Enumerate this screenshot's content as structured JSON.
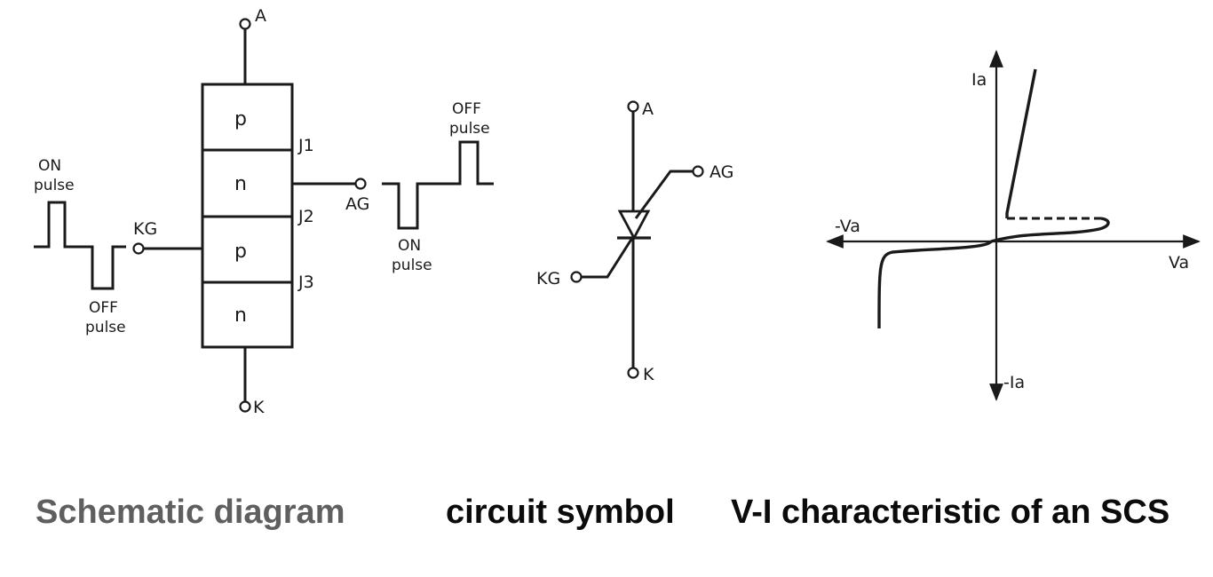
{
  "schematic": {
    "anode": "A",
    "cathode": "K",
    "cathode_gate": "KG",
    "anode_gate": "AG",
    "layers": [
      "p",
      "n",
      "p",
      "n"
    ],
    "junctions": [
      "J1",
      "J2",
      "J3"
    ],
    "pulses": {
      "left_on": [
        "ON",
        "pulse"
      ],
      "left_off": [
        "OFF",
        "pulse"
      ],
      "right_off": [
        "OFF",
        "pulse"
      ],
      "right_on": [
        "ON",
        "pulse"
      ]
    }
  },
  "symbol": {
    "anode": "A",
    "anode_gate": "AG",
    "cathode_gate": "KG",
    "cathode": "K"
  },
  "vi_curve": {
    "y_pos": "Ia",
    "y_neg": "-Ia",
    "x_pos": "Va",
    "x_neg": "-Va"
  },
  "captions": {
    "schematic": "Schematic diagram",
    "symbol": "circuit symbol",
    "characteristic": "V-I characteristic of an SCS",
    "colors": {
      "schematic": "#5f5f5f",
      "others": "#0b0b0b"
    }
  }
}
